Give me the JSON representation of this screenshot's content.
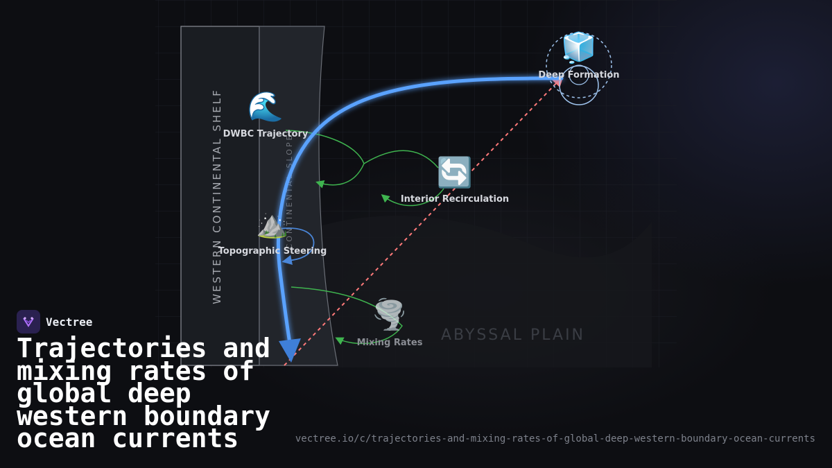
{
  "diagram": {
    "regions": {
      "shelf": "WESTERN CONTINENTAL SHELF",
      "slope": "CONTINENTAL SLOPE",
      "abyssal": "ABYSSAL PLAIN"
    },
    "nodes": {
      "dwbc": {
        "label": "DWBC Trajectory",
        "icon": "wave-icon",
        "emoji": "🌊"
      },
      "topographic": {
        "label": "Topographic Steering",
        "icon": "mountain-icon",
        "emoji": "⛰️"
      },
      "recirculation": {
        "label": "Interior Recirculation",
        "icon": "counterclockwise-arrows-icon",
        "emoji": "🔄"
      },
      "mixing": {
        "label": "Mixing Rates",
        "icon": "tornado-icon",
        "emoji": "🌪️"
      },
      "formation": {
        "label": "Deep Formation",
        "icon": "ice-cube-icon",
        "emoji": "🧊"
      }
    },
    "colors": {
      "main_current": "#5aa2ff",
      "connector": "#3fb44f",
      "dashed_link": "#ff7a7a",
      "steering_loop": "#4a86d8"
    }
  },
  "brand": {
    "name": "Vectree"
  },
  "title": "Trajectories and mixing rates of global deep western boundary ocean currents",
  "url": "vectree.io/c/trajectories-and-mixing-rates-of-global-deep-western-boundary-ocean-currents"
}
